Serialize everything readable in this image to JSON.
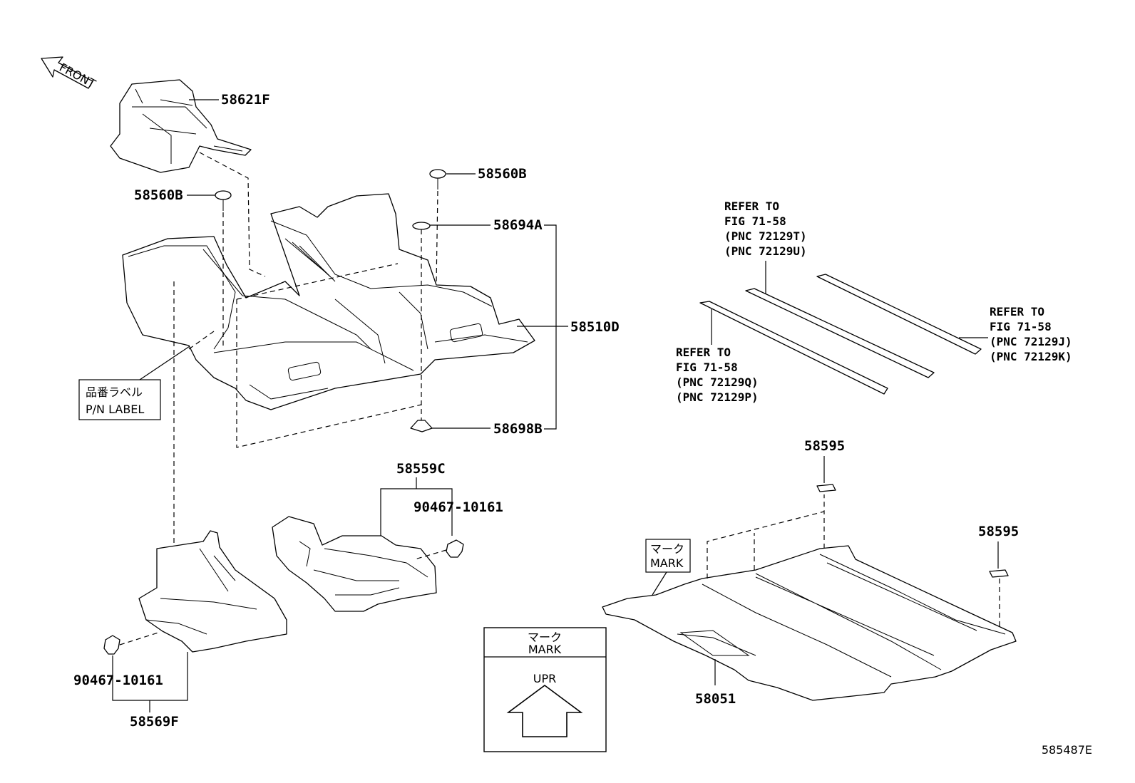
{
  "direction": {
    "front": "FRONT"
  },
  "parts": {
    "p58621F": "58621F",
    "p58560B_top": "58560B",
    "p58560B_left": "58560B",
    "p58694A": "58694A",
    "p58510D": "58510D",
    "p58698B": "58698B",
    "p58559C": "58559C",
    "p90467_right": "90467-10161",
    "p90467_left": "90467-10161",
    "p58569F": "58569F",
    "p58595_top": "58595",
    "p58595_right": "58595",
    "p58051": "58051"
  },
  "refs": {
    "top": [
      "REFER TO",
      "FIG 71-58",
      "(PNC 72129T)",
      "(PNC 72129U)"
    ],
    "right": [
      "REFER TO",
      "FIG 71-58",
      "(PNC 72129J)",
      "(PNC 72129K)"
    ],
    "left": [
      "REFER TO",
      "FIG 71-58",
      "(PNC 72129Q)",
      "(PNC 72129P)"
    ]
  },
  "pn_label": {
    "jp": "品番ラベル",
    "en": "P/N LABEL"
  },
  "mark_label": {
    "jp": "マーク",
    "en": "MARK"
  },
  "legend": {
    "jp": "マーク",
    "en": "MARK",
    "upr": "UPR"
  },
  "figure_id": "585487E"
}
